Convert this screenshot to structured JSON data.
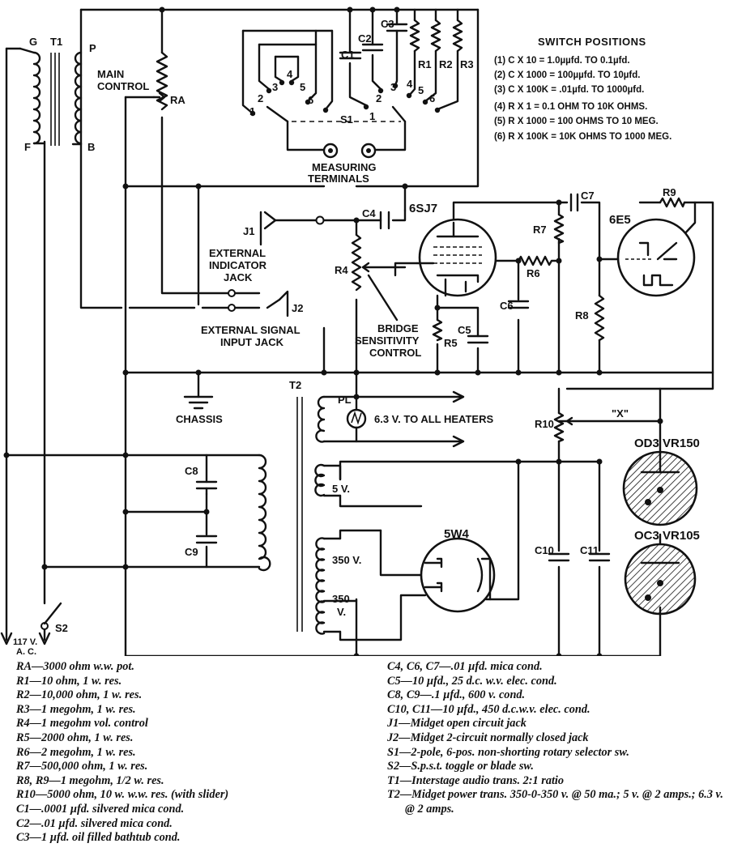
{
  "labels": {
    "g": "G",
    "t1": "T1",
    "p": "P",
    "f": "F",
    "b": "B",
    "main_control": "MAIN\nCONTROL",
    "ra": "RA",
    "c1": "C1",
    "c2": "C2",
    "c3": "C3",
    "r1": "R1",
    "r2": "R2",
    "r3": "R3",
    "s1": "S1",
    "measuring_terminals": "MEASURING\nTERMINALS",
    "j1": "J1",
    "c4": "C4",
    "tube_6sj7": "6SJ7",
    "c7": "C7",
    "r9": "R9",
    "tube_6e5": "6E5",
    "r7": "R7",
    "r6": "R6",
    "r8": "R8",
    "c6": "C6",
    "c5": "C5",
    "r5": "R5",
    "r4": "R4",
    "ext_indicator_jack": "EXTERNAL\nINDICATOR\nJACK",
    "ext_signal_input_jack": "EXTERNAL SIGNAL\nINPUT JACK",
    "j2": "J2",
    "bridge_sensitivity": "BRIDGE\nSENSITIVITY\nCONTROL",
    "t2": "T2",
    "pl": "PL",
    "chassis": "CHASSIS",
    "heaters": "6.3 V. TO ALL HEATERS",
    "r10": "R10",
    "x": "\"X\"",
    "od3": "OD3 VR150",
    "oc3": "OC3 VR105",
    "c8": "C8",
    "c9": "C9",
    "5v": "5 V.",
    "350v_a": "350 V.",
    "350v_b": "350\nV.",
    "tube_5w4": "5W4",
    "c10": "C10",
    "c11": "C11",
    "s2": "S2",
    "ac": "117 V.\nA. C.",
    "switch_positions": {
      "title": "SWITCH POSITIONS",
      "items": [
        "(1) C X 10 = 1.0µµfd. TO 0.1µfd.",
        "(2) C X 1000 = 100µµfd. TO 10µfd.",
        "(3) C X 100K = .01µfd. TO 1000µfd.",
        "(4) R X 1 = 0.1 OHM TO 10K OHMS.",
        "(5) R X 1000 = 100 OHMS TO 10 MEG.",
        "(6) R X 100K = 10K OHMS TO 1000 MEG."
      ]
    },
    "s1_positions": [
      "1",
      "2",
      "3",
      "4",
      "5",
      "6"
    ],
    "s1_positions_right": [
      "1",
      "2",
      "3",
      "4",
      "5",
      "6"
    ]
  },
  "parts_left": [
    "RA—3000 ohm w.w. pot.",
    "R1—10 ohm, 1 w. res.",
    "R2—10,000 ohm, 1 w. res.",
    "R3—1 megohm, 1 w. res.",
    "R4—1 megohm vol. control",
    "R5—2000 ohm, 1 w. res.",
    "R6—2 megohm, 1 w. res.",
    "R7—500,000 ohm, 1 w. res.",
    "R8, R9—1 megohm, 1/2 w. res.",
    "R10—5000 ohm, 10 w. w.w. res. (with slider)",
    "C1—.0001 µfd. silvered mica cond.",
    "C2—.01 µfd. silvered mica cond.",
    "C3—1 µfd. oil filled bathtub cond."
  ],
  "parts_right": [
    "C4, C6, C7—.01 µfd. mica cond.",
    "C5—10 µfd., 25 d.c. w.v. elec. cond.",
    "C8, C9—.1 µfd., 600 v. cond.",
    "C10, C11—10 µfd., 450 d.c.w.v. elec. cond.",
    "J1—Midget open circuit jack",
    "J2—Midget 2-circuit normally closed jack",
    "S1—2-pole, 6-pos. non-shorting rotary selector sw.",
    "S2—S.p.s.t. toggle or blade sw.",
    "T1—Interstage audio trans. 2:1 ratio",
    "T2—Midget power trans. 350-0-350 v. @ 50 ma.; 5 v. @ 2 amps.; 6.3 v. @ 2 amps."
  ]
}
